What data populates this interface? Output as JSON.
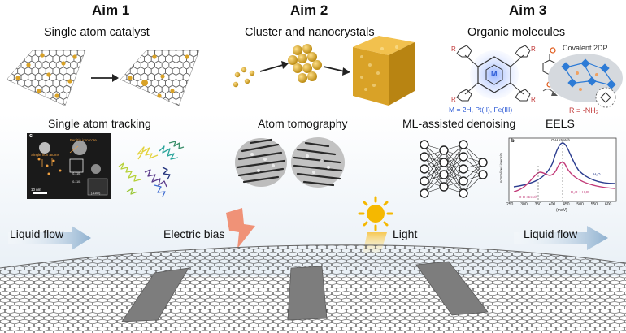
{
  "aims": [
    {
      "title": "Aim 1",
      "subtitle": "Single atom catalyst"
    },
    {
      "title": "Aim 2",
      "subtitle": "Cluster and nanocrystals"
    },
    {
      "title": "Aim 3",
      "subtitle": "Organic molecules"
    }
  ],
  "techniques": {
    "single_atom_tracking": "Single atom tracking",
    "atom_tomography": "Atom tomography",
    "ml_denoising": "ML-assisted denoising",
    "eels": "EELS"
  },
  "stimuli": {
    "liquid_flow_left": "Liquid flow",
    "electric_bias": "Electric bias",
    "light": "Light",
    "liquid_flow_right": "Liquid flow"
  },
  "organic": {
    "covalent_label": "Covalent 2DP",
    "metal_label": "M = 2H, Pt(II), Fe(III)",
    "r_label": "R = -NH₂",
    "r_small": "R",
    "m_small": "M"
  },
  "tracking_inset": {
    "panel_letter": "c",
    "scale_text": "10 nm",
    "label_top": "Ferritin iron core",
    "label_left": "Single iron atoms",
    "facet_1": "(0-110)",
    "facet_2": "(0-110)",
    "facet_3": "(-1102)"
  },
  "eels_inset": {
    "panel_letter": "b",
    "peak_top": "O-H stretch",
    "h2o_label": "H₂O",
    "mix_label": "D₂O + H₂O",
    "od_label": "O-D stretch",
    "ylabel": "normalized intensity",
    "xlabel": "(meV)",
    "ticks": [
      "250",
      "300",
      "350",
      "400",
      "450",
      "500",
      "550",
      "600"
    ]
  },
  "colors": {
    "gold": "#d9a227",
    "arrow_blue": "#8fb1d0",
    "bias_orange": "#f08060",
    "sun": "#f5b800",
    "graphene": "#3a3a3a",
    "electrode": "#7d7d7d"
  }
}
